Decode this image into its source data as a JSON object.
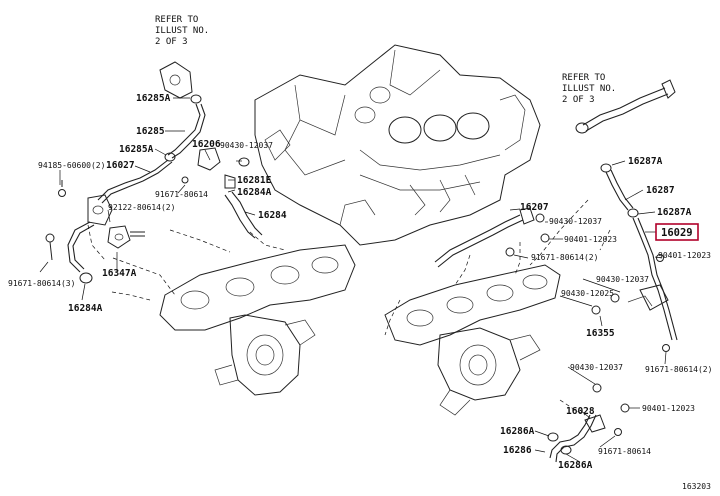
{
  "diagram_code": "163203",
  "refer_notes": [
    {
      "lines": [
        "REFER TO",
        "ILLUST NO.",
        "2 OF 3"
      ]
    },
    {
      "lines": [
        "REFER TO",
        "ILLUST NO.",
        "2 OF 3"
      ]
    }
  ],
  "callouts": {
    "p16285A_top": "16285A",
    "p16285": "16285",
    "p16285A_mid": "16285A",
    "p16206": "16206",
    "p90430_12037_a": "90430-12037",
    "p16281E": "16281E",
    "p16284A": "16284A",
    "p16284": "16284",
    "p94185": "94185-60600(2)",
    "p16027": "16027",
    "p91671_a": "91671-80614",
    "p92122": "92122-80614(2)",
    "p16347A": "16347A",
    "p91671_b": "91671-80614(3)",
    "p16284A_low": "16284A",
    "p16287A_top": "16287A",
    "p16287": "16287",
    "p16287A_mid": "16287A",
    "p16207": "16207",
    "p90430_12037_b": "90430-12037",
    "p90401_a": "90401-12023",
    "p16029": "16029",
    "p91671_c": "91671-80614(2)",
    "p90401_b": "90401-12023",
    "p90430_12037_c": "90430-12037",
    "p90430_12025": "90430-12025",
    "p16355": "16355",
    "p91671_d": "91671-80614(2)",
    "p90430_12037_d": "90430-12037",
    "p16028": "16028",
    "p90401_c": "90401-12023",
    "p16286A": "16286A",
    "p16286": "16286",
    "p16286A_low": "16286A",
    "p91671_e": "91671-80614"
  },
  "highlighted_part": "16029",
  "colors": {
    "highlight": "#b0002a",
    "ink": "#222222",
    "background": "#ffffff"
  }
}
